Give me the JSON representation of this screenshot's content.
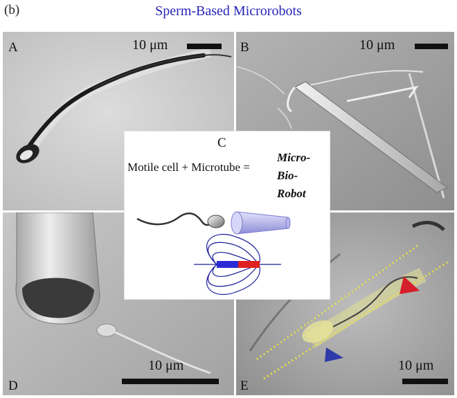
{
  "figure": {
    "label": "(b)",
    "title": "Sperm-Based Microrobots"
  },
  "panels": {
    "a": {
      "label": "A",
      "scale_text": "10 μm"
    },
    "b": {
      "label": "B",
      "scale_text": "10 μm"
    },
    "c": {
      "label": "C",
      "equation": "Motile cell + Microtube =",
      "result_lines": [
        "Micro-",
        "Bio-",
        "Robot"
      ]
    },
    "d": {
      "label": "D",
      "scale_text": "10 μm"
    },
    "e": {
      "label": "E",
      "scale_text": "10 μm"
    }
  },
  "colors": {
    "title": "#2424b8",
    "microtube": "#b7b7ee",
    "magnet_north": "#2b2bd6",
    "magnet_south": "#e02020",
    "field_lines": "#1c1c9a",
    "guide_lines": "#e6e04a",
    "marker_red": "#d4202c",
    "marker_blue": "#2e3aa8"
  },
  "icons": {
    "sperm": "sperm-cell-icon",
    "microtube": "microtube-icon",
    "magnet": "bar-magnet-field-icon"
  }
}
